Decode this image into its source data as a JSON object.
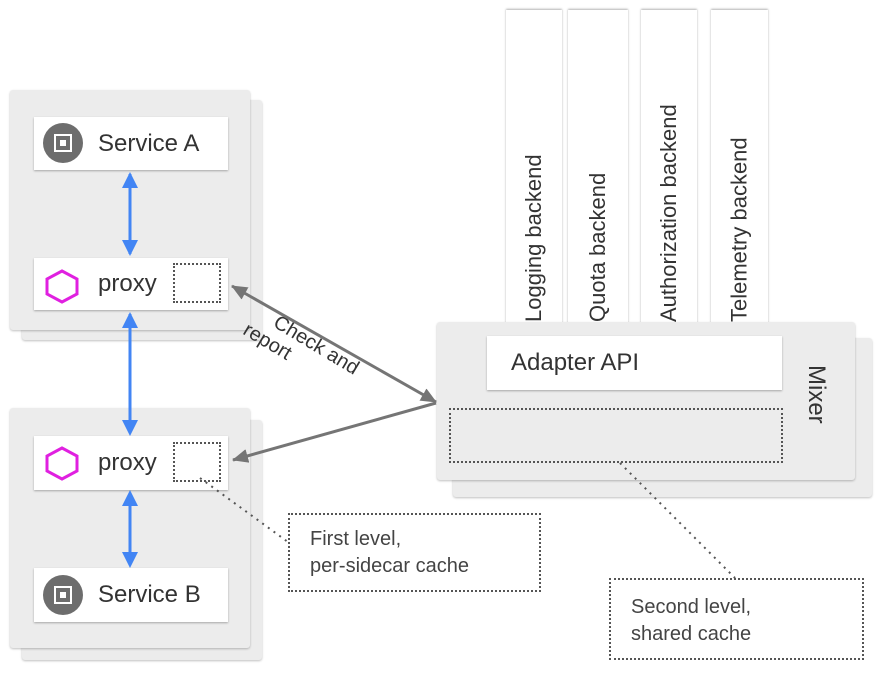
{
  "services": {
    "a": "Service A",
    "b": "Service B"
  },
  "proxy_label": "proxy",
  "arrow_label": {
    "line1": "Check and",
    "line2": "report"
  },
  "backends": [
    "Logging backend",
    "Quota backend",
    "Authorization backend",
    "Telemetry backend"
  ],
  "mixer": {
    "title": "Mixer",
    "adapter_api": "Adapter API"
  },
  "notes": {
    "first": [
      "First level,",
      "per-sidecar cache"
    ],
    "second": [
      "Second level,",
      "shared cache"
    ]
  },
  "colors": {
    "blue_arrow": "#4285f4",
    "gray_arrow": "#757575",
    "proxy_hex": "#e020e0",
    "chip": "#6d6d6d",
    "panel": "#ececec"
  },
  "icons": {
    "service": "chip-icon",
    "proxy": "hexagon-icon"
  }
}
